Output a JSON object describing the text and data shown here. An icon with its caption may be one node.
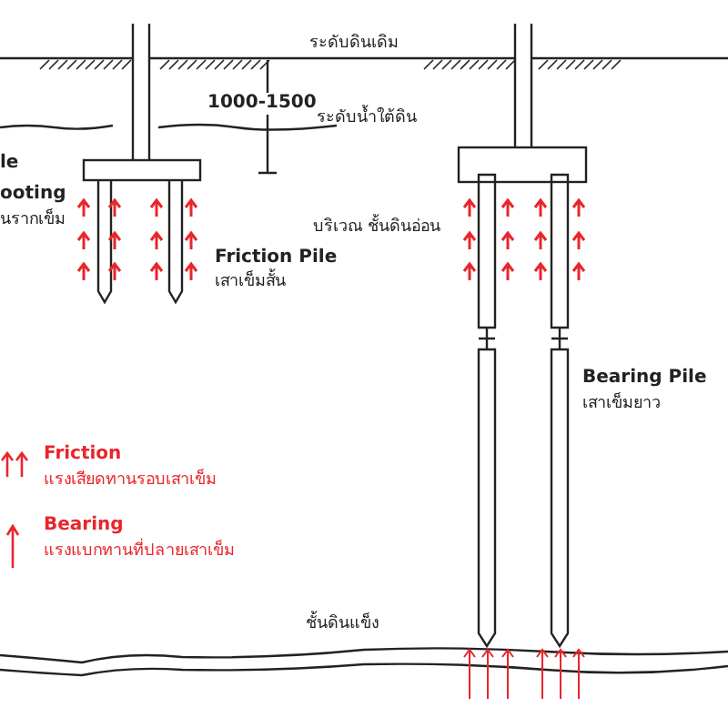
{
  "diagram": {
    "labels": [
      "ระดับดินเดิม",
      "1000-1500",
      "ระดับน้ำใต้ดิน",
      "le",
      "ooting",
      "นรากเข็ม",
      "บริเวณ ชั้นดินอ่อน",
      "Friction Pile",
      "เสาเข็มสั้น",
      "Bearing Pile",
      "เสาเข็มยาว",
      "แรงเสียดทานรอบเสาเข็ม",
      "แรงแบกทานที่ปลายเสาเข็ม",
      "ชั้นดินแข็ง"
    ],
    "legend": [
      {
        "text": "Friction"
      },
      {
        "text": "Bearing"
      }
    ]
  }
}
